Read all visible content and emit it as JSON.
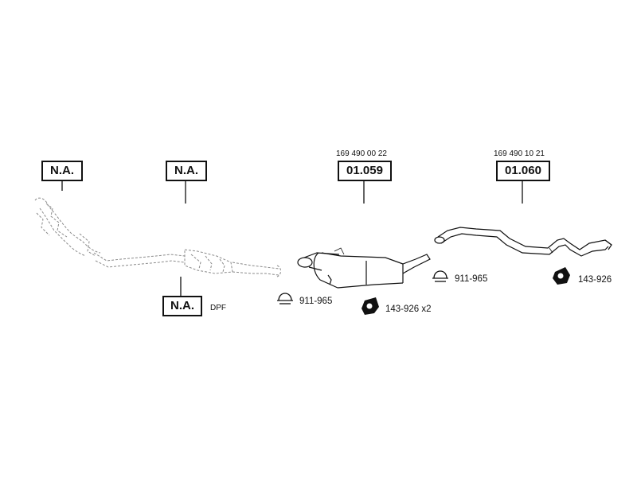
{
  "callouts": {
    "na_left": "N.A.",
    "na_mid": "N.A.",
    "na_dpf": "N.A.",
    "dpf": "DPF",
    "middle_box": "01.059",
    "middle_oem": "169 490 00 22",
    "rear_box": "01.060",
    "rear_oem": "169 490 10 21"
  },
  "hardware": {
    "clamp_a": "911-965",
    "rubber_a": "143-926 x2",
    "clamp_b": "911-965",
    "rubber_b": "143-926"
  },
  "colors": {
    "line": "#111111",
    "ghost": "#8a8a8a"
  }
}
